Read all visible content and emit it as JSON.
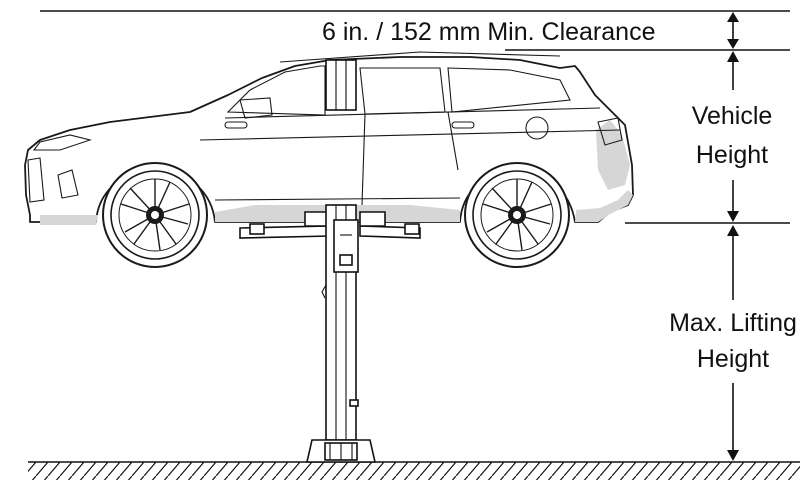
{
  "labels": {
    "clearance": "6 in. / 152 mm Min. Clearance",
    "vehicle_height_1": "Vehicle",
    "vehicle_height_2": "Height",
    "max_lift_1": "Max. Lifting",
    "max_lift_2": "Height"
  },
  "colors": {
    "line": "#111111",
    "shade": "#d6d6d6",
    "background": "#ffffff"
  },
  "icons": {
    "vehicle": "suv-side-view",
    "lift": "two-post-lift-column",
    "ground": "hatched-floor"
  }
}
